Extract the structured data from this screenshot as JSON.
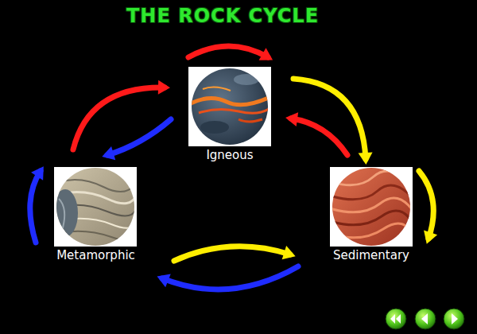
{
  "diagram": {
    "title": "THE ROCK CYCLE",
    "nodes": [
      {
        "text": [
          "Igneous"
        ]
      },
      {
        "text": [
          "Metamorphic"
        ]
      },
      {
        "text": [
          "Sedimentary"
        ]
      }
    ],
    "edges": [
      {
        "from": 0,
        "to": 0,
        "arrow": "to"
      },
      {
        "from": 1,
        "to": 0,
        "arrow": "to"
      },
      {
        "from": 0,
        "to": 1,
        "arrow": "to"
      },
      {
        "from": 1,
        "to": 1,
        "arrow": "to"
      },
      {
        "from": 0,
        "to": 2,
        "arrow": "to"
      },
      {
        "from": 2,
        "to": 0,
        "arrow": "to"
      },
      {
        "from": 2,
        "to": 2,
        "arrow": "to"
      },
      {
        "from": 1,
        "to": 2,
        "arrow": "to"
      },
      {
        "from": 2,
        "to": 1,
        "arrow": "to"
      }
    ]
  }
}
